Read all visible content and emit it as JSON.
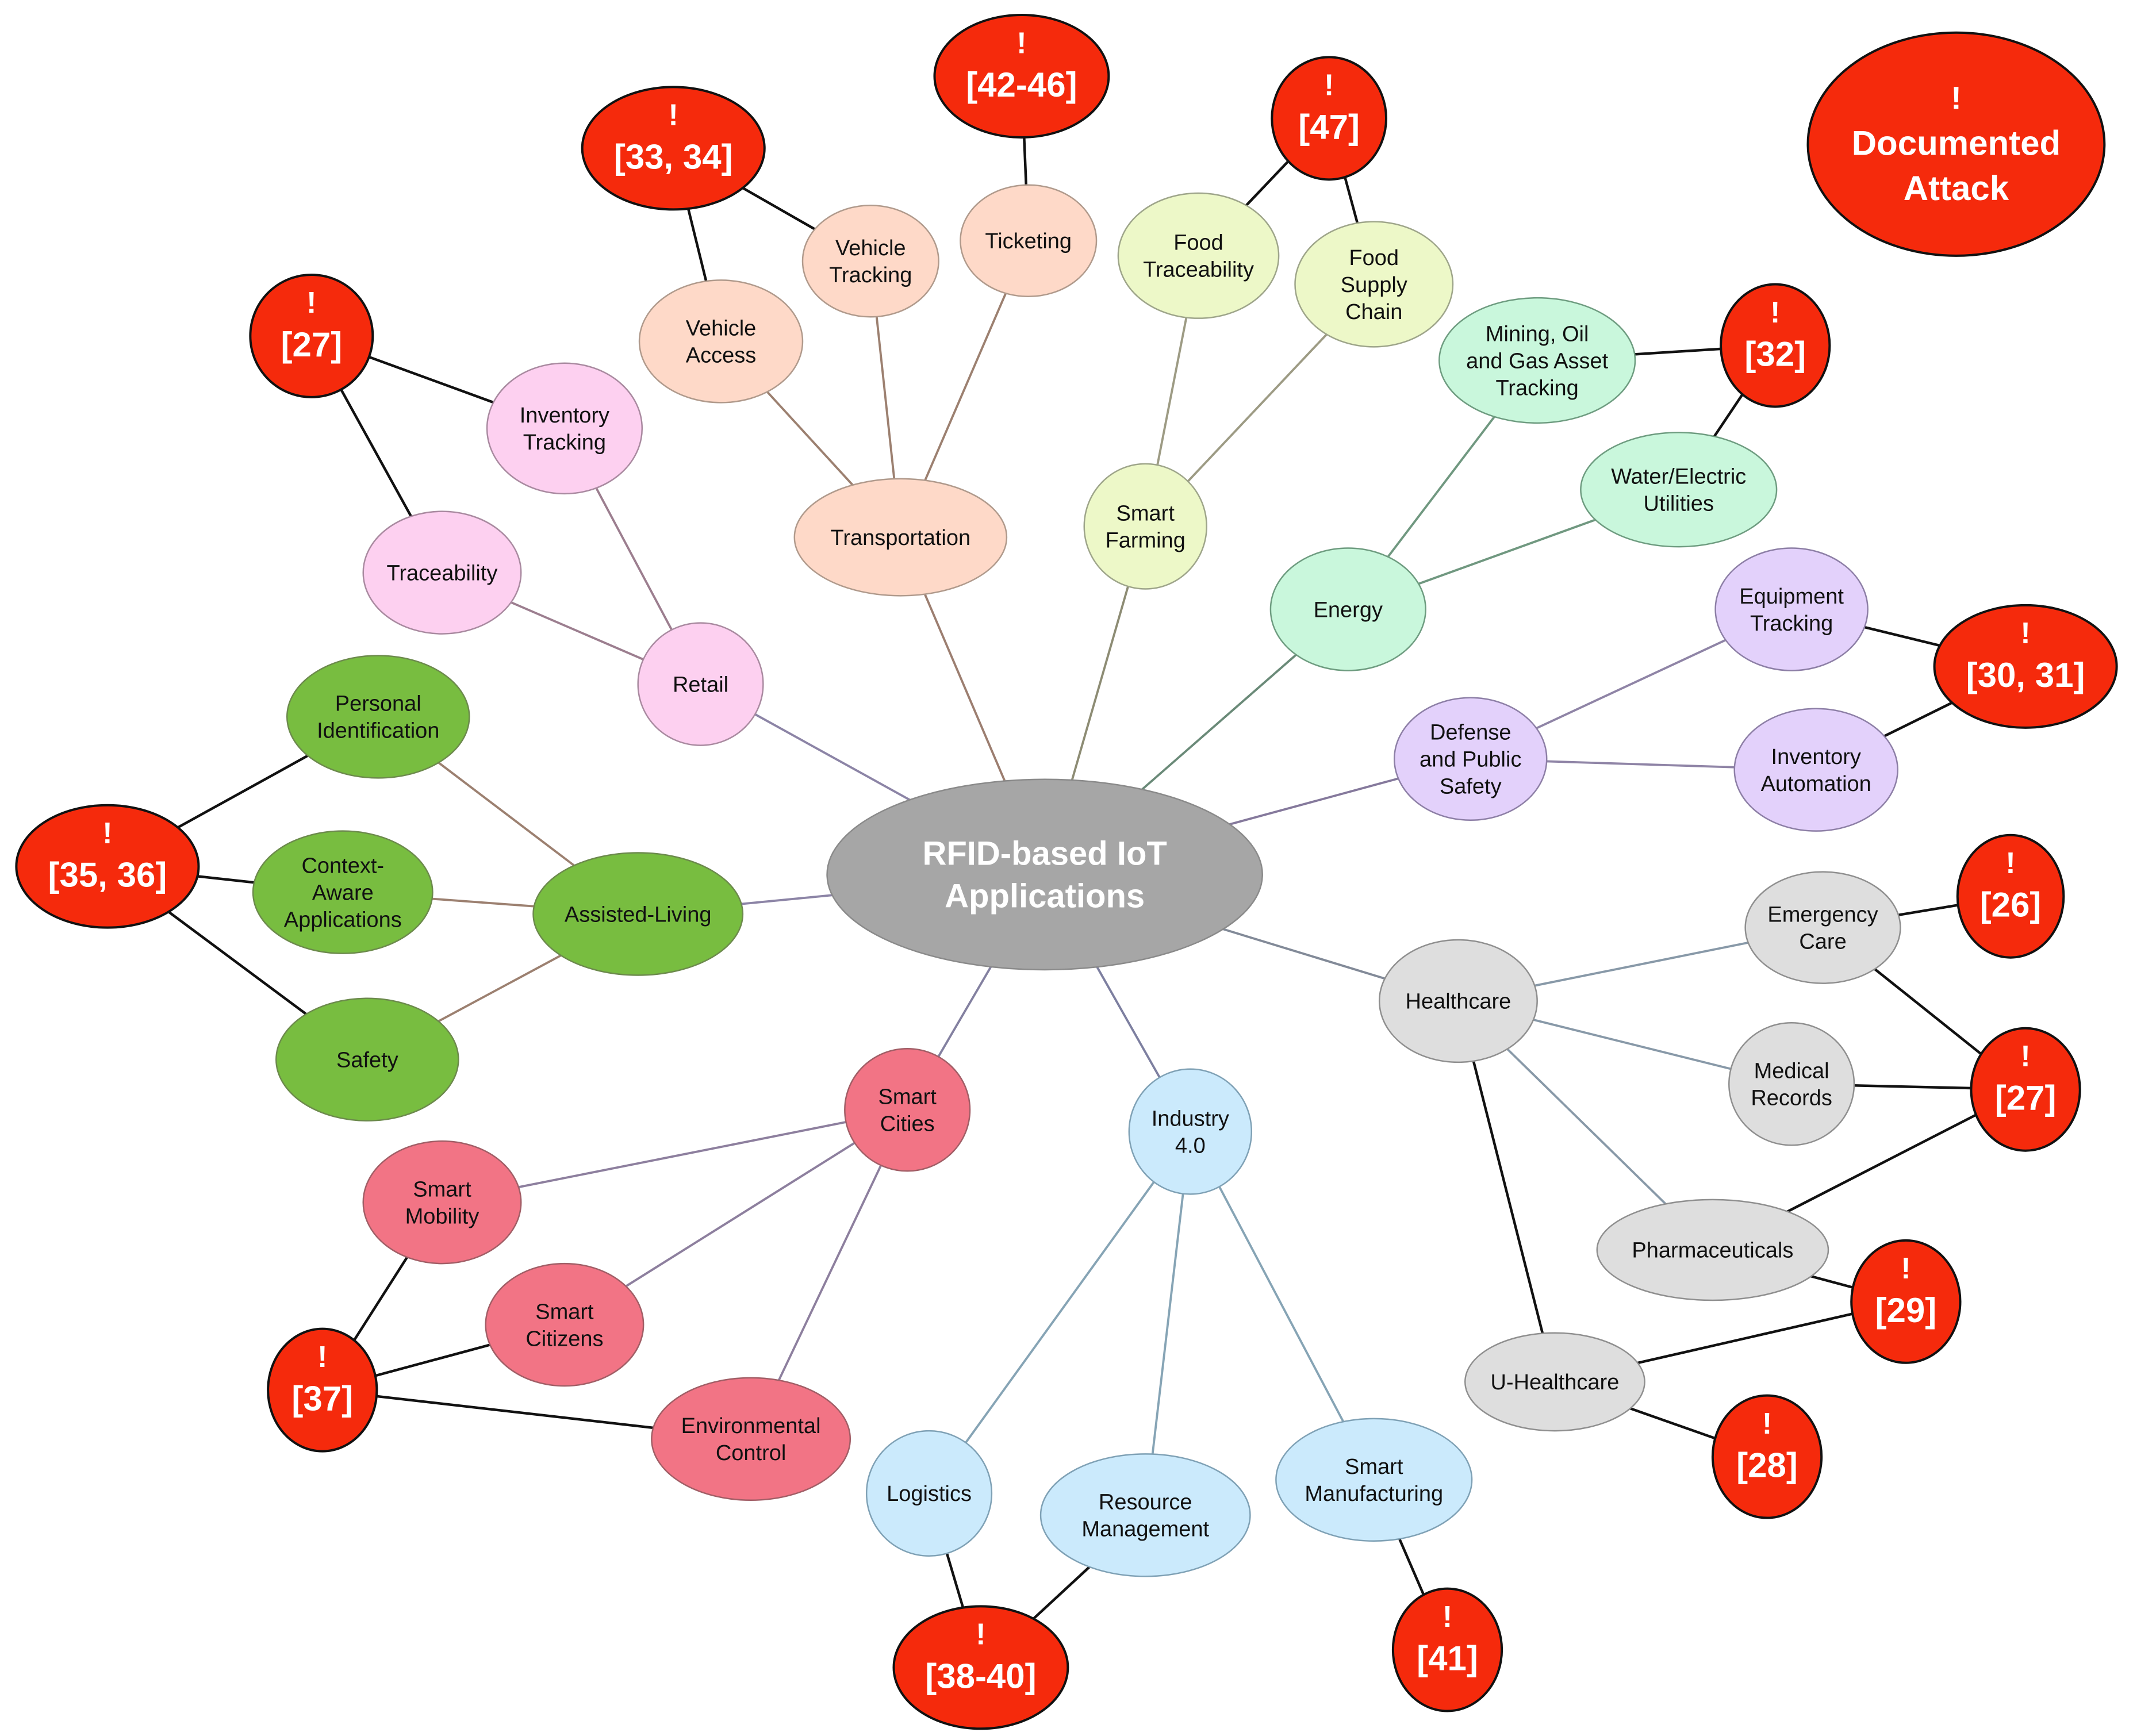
{
  "colors": {
    "center": "#a6a6a6",
    "attack_fill": "#f52a0c",
    "attack_text": "#ffffff",
    "retail": "#fdd0f0",
    "transportation": "#fed9c8",
    "farming": "#edf8c8",
    "energy": "#c9f7dc",
    "defense": "#e3d1fb",
    "healthcare": "#dedede",
    "industry": "#cbeafc",
    "cities": "#f27485",
    "assisted": "#78bd40"
  },
  "legend": {
    "mark": "!",
    "line1": "Documented",
    "line2": "Attack"
  },
  "nodes": {
    "center": {
      "lines": [
        "RFID-based IoT",
        "Applications"
      ]
    },
    "retail": {
      "lines": [
        "Retail"
      ]
    },
    "inventory_tracking": {
      "lines": [
        "Inventory",
        "Tracking"
      ]
    },
    "traceability": {
      "lines": [
        "Traceability"
      ]
    },
    "transportation": {
      "lines": [
        "Transportation"
      ]
    },
    "vehicle_access": {
      "lines": [
        "Vehicle",
        "Access"
      ]
    },
    "vehicle_tracking": {
      "lines": [
        "Vehicle",
        "Tracking"
      ]
    },
    "ticketing": {
      "lines": [
        "Ticketing"
      ]
    },
    "smart_farming": {
      "lines": [
        "Smart",
        "Farming"
      ]
    },
    "food_traceability": {
      "lines": [
        "Food",
        "Traceability"
      ]
    },
    "food_supply_chain": {
      "lines": [
        "Food",
        "Supply",
        "Chain"
      ]
    },
    "energy": {
      "lines": [
        "Energy"
      ]
    },
    "mining": {
      "lines": [
        "Mining, Oil",
        "and Gas Asset",
        "Tracking"
      ]
    },
    "utilities": {
      "lines": [
        "Water/Electric",
        "Utilities"
      ]
    },
    "defense": {
      "lines": [
        "Defense",
        "and Public",
        "Safety"
      ]
    },
    "equipment_tracking": {
      "lines": [
        "Equipment",
        "Tracking"
      ]
    },
    "inventory_automation": {
      "lines": [
        "Inventory",
        "Automation"
      ]
    },
    "healthcare": {
      "lines": [
        "Healthcare"
      ]
    },
    "emergency_care": {
      "lines": [
        "Emergency",
        "Care"
      ]
    },
    "medical_records": {
      "lines": [
        "Medical",
        "Records"
      ]
    },
    "pharmaceuticals": {
      "lines": [
        "Pharmaceuticals"
      ]
    },
    "u_healthcare": {
      "lines": [
        "U-Healthcare"
      ]
    },
    "industry": {
      "lines": [
        "Industry",
        "4.0"
      ]
    },
    "logistics": {
      "lines": [
        "Logistics"
      ]
    },
    "resource_management": {
      "lines": [
        "Resource",
        "Management"
      ]
    },
    "smart_manufacturing": {
      "lines": [
        "Smart",
        "Manufacturing"
      ]
    },
    "smart_cities": {
      "lines": [
        "Smart",
        "Cities"
      ]
    },
    "smart_mobility": {
      "lines": [
        "Smart",
        "Mobility"
      ]
    },
    "smart_citizens": {
      "lines": [
        "Smart",
        "Citizens"
      ]
    },
    "environmental_control": {
      "lines": [
        "Environmental",
        "Control"
      ]
    },
    "assisted_living": {
      "lines": [
        "Assisted-Living"
      ]
    },
    "personal_identification": {
      "lines": [
        "Personal",
        "Identification"
      ]
    },
    "context_aware": {
      "lines": [
        "Context-",
        "Aware",
        "Applications"
      ]
    },
    "safety": {
      "lines": [
        "Safety"
      ]
    }
  },
  "attacks": {
    "a27_retail": "[27]",
    "a33_34": "[33, 34]",
    "a42_46": "[42-46]",
    "a47": "[47]",
    "a32": "[32]",
    "a30_31": "[30, 31]",
    "a26": "[26]",
    "a27_health": "[27]",
    "a29": "[29]",
    "a28": "[28]",
    "a41": "[41]",
    "a38_40": "[38-40]",
    "a37": "[37]",
    "a35_36": "[35, 36]"
  }
}
